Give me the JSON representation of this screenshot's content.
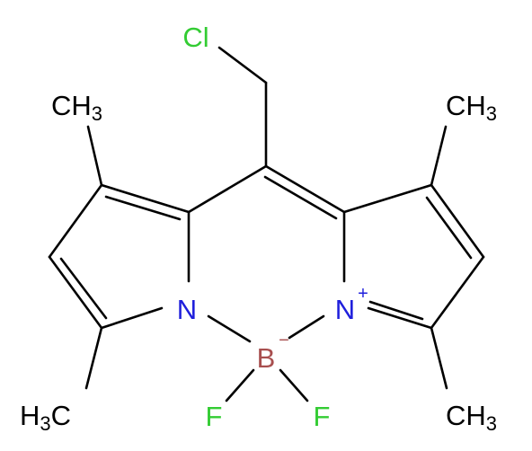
{
  "colors": {
    "bond": "#000000",
    "carbon": "#000000",
    "chlorine": "#33cc33",
    "nitrogen": "#1f1fdc",
    "boron": "#a84f4f",
    "fluorine": "#33cc33"
  },
  "atoms": {
    "chlorine": "Cl",
    "methyl_top_left": {
      "main": "CH",
      "sub": "3"
    },
    "methyl_top_right": {
      "main": "CH",
      "sub": "3"
    },
    "methyl_bottom_left": {
      "pre": "H",
      "sub": "3",
      "main": "C"
    },
    "methyl_bottom_right": {
      "main": "CH",
      "sub": "3"
    },
    "nitrogen_left": "N",
    "nitrogen_right": "N",
    "nitrogen_right_charge": "+",
    "boron": "B",
    "boron_charge": "−",
    "fluorine_left": "F",
    "fluorine_right": "F"
  }
}
